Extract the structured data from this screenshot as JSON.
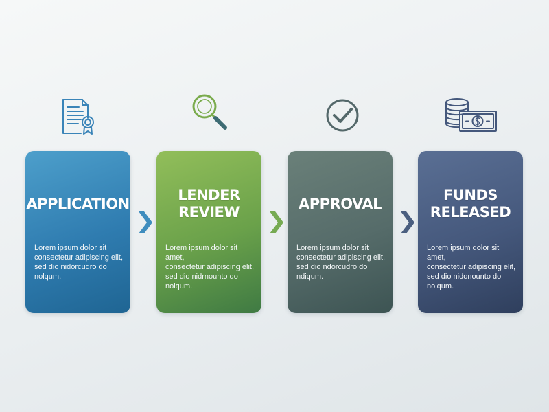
{
  "colors": {
    "step1": "#2f7cb0",
    "step2": "#6aa14a",
    "step3": "#566c6a",
    "step4": "#45587c",
    "arrow1": "#3f8dbe",
    "arrow2": "#76aa52",
    "arrow3": "#4b5f80"
  },
  "steps": [
    {
      "icon": "certificate-document-icon",
      "title": "APPLICATION",
      "text": "Lorem ipsum dolor sit\nconsectetur adipiscing elit,\nsed dio nidorcudro do\nnolqum."
    },
    {
      "icon": "magnifying-glass-icon",
      "title": "LENDER\nREVIEW",
      "text": "Lorem ipsum dolor sit amet,\nconsectetur adipiscing elit,\nsed dio nidrnounto do\nnolqum."
    },
    {
      "icon": "checkmark-circle-icon",
      "title": "APPROVAL",
      "text": "Lorem ipsum dolor sit\nconsectetur adipiscing elit,\nsed dio ndorcudro do\nndiqum."
    },
    {
      "icon": "coins-and-banknote-icon",
      "title": "FUNDS\nRELEASED",
      "text": "Lorem ipsum dolor sit amet,\nconsectetur adipiscing elit,\nsed dio nidonounto do\nnolqum."
    }
  ]
}
